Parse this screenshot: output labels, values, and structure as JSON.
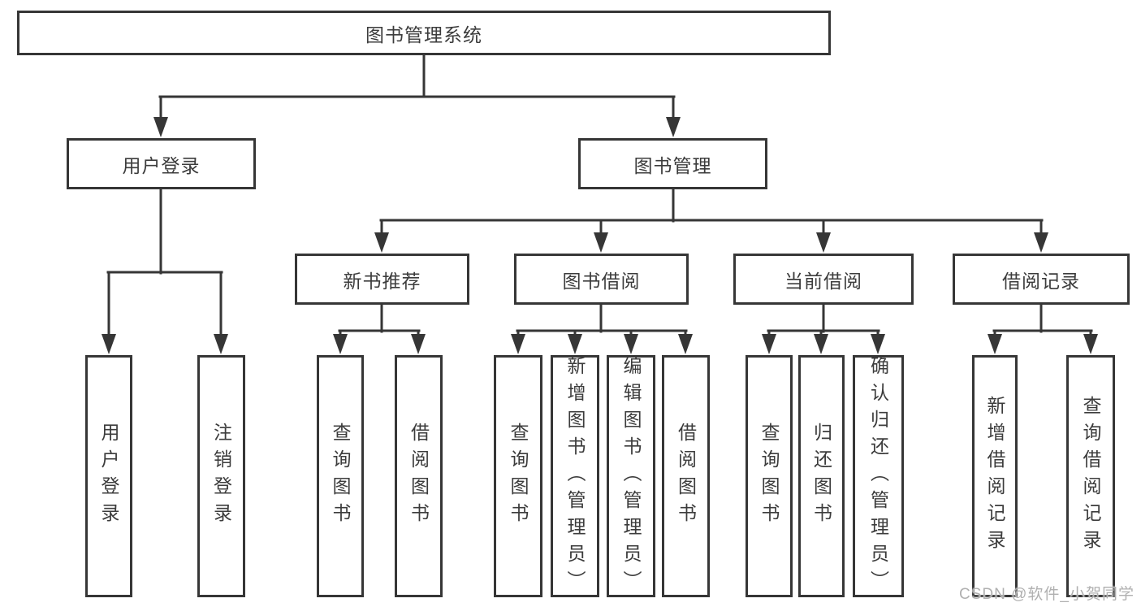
{
  "tree": {
    "label": "图书管理系统",
    "children": [
      {
        "label": "用户登录",
        "children": [
          {
            "label": "用户登录"
          },
          {
            "label": "注销登录"
          }
        ]
      },
      {
        "label": "图书管理",
        "children": [
          {
            "label": "新书推荐",
            "children": [
              {
                "label": "查询图书"
              },
              {
                "label": "借阅图书"
              }
            ]
          },
          {
            "label": "图书借阅",
            "children": [
              {
                "label": "查询图书"
              },
              {
                "label": "新增图书（管理员）"
              },
              {
                "label": "编辑图书（管理员）"
              },
              {
                "label": "借阅图书"
              }
            ]
          },
          {
            "label": "当前借阅",
            "children": [
              {
                "label": "查询图书"
              },
              {
                "label": "归还图书"
              },
              {
                "label": "确认归还（管理员）"
              }
            ]
          },
          {
            "label": "借阅记录",
            "children": [
              {
                "label": "新增借阅记录"
              },
              {
                "label": "查询借阅记录"
              }
            ]
          }
        ]
      }
    ]
  },
  "watermark": "CSDN @软件_小贺同学",
  "colors": {
    "line": "#363636",
    "text": "#3c3c3c",
    "watermark": "#b0b0b0"
  }
}
